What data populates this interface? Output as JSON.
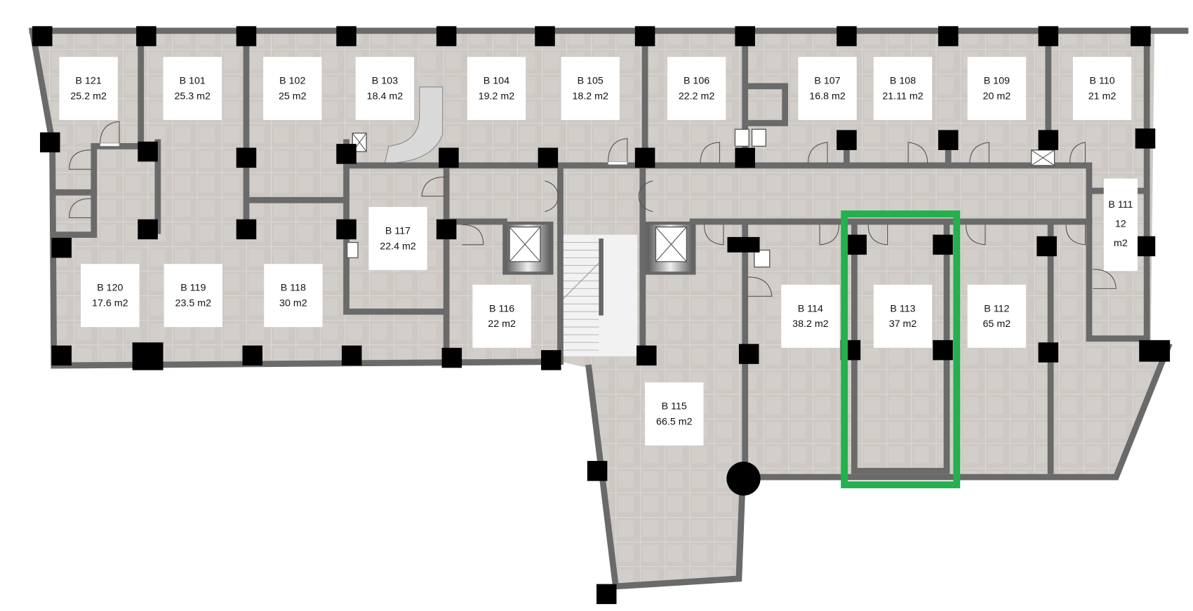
{
  "floor_plan": {
    "area_unit": "m2",
    "highlight_color": "#22b14c",
    "highlighted_room": "B 113",
    "rooms": [
      {
        "id": "B 121",
        "area": "25.2 m2"
      },
      {
        "id": "B 101",
        "area": "25.3 m2"
      },
      {
        "id": "B 102",
        "area": "25 m2"
      },
      {
        "id": "B 103",
        "area": "18.4 m2"
      },
      {
        "id": "B 104",
        "area": "19.2 m2"
      },
      {
        "id": "B 105",
        "area": "18.2 m2"
      },
      {
        "id": "B 106",
        "area": "22.2 m2"
      },
      {
        "id": "B 107",
        "area": "16.8 m2"
      },
      {
        "id": "B 108",
        "area": "21.11 m2"
      },
      {
        "id": "B 109",
        "area": "20 m2"
      },
      {
        "id": "B 110",
        "area": "21 m2"
      },
      {
        "id": "B 111",
        "area": "12",
        "area_line2": "m2"
      },
      {
        "id": "B 117",
        "area": "22.4 m2"
      },
      {
        "id": "B 120",
        "area": "17.6 m2"
      },
      {
        "id": "B 119",
        "area": "23.5 m2"
      },
      {
        "id": "B 118",
        "area": "30 m2"
      },
      {
        "id": "B 116",
        "area": "22 m2"
      },
      {
        "id": "B 114",
        "area": "38.2 m2"
      },
      {
        "id": "B 113",
        "area": "37 m2"
      },
      {
        "id": "B 112",
        "area": "65 m2"
      },
      {
        "id": "B 115",
        "area": "66.5 m2"
      }
    ]
  }
}
